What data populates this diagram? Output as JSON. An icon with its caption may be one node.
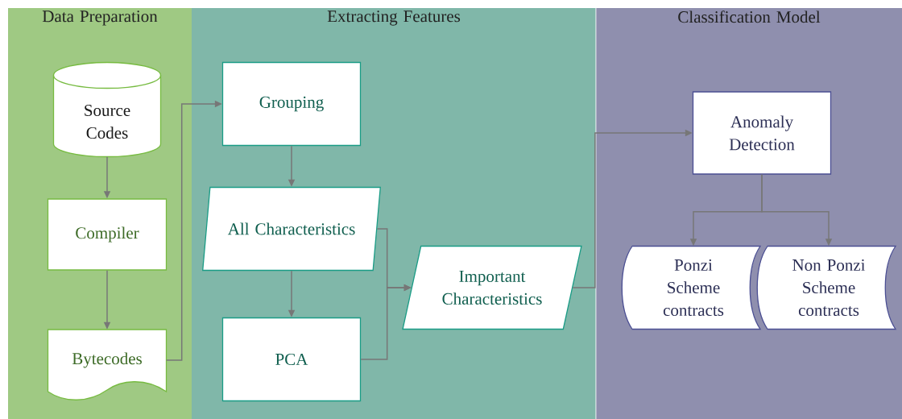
{
  "diagram": {
    "nodes": [
      {
        "text": [
          "Data Preparation"
        ]
      },
      {
        "text": [
          "Source Codes"
        ],
        "in": 0
      },
      {
        "text": [
          "Compiler"
        ],
        "in": 0
      },
      {
        "text": [
          "Bytecodes"
        ],
        "in": 0
      },
      {
        "text": [
          "Extracting Features"
        ]
      },
      {
        "text": [
          "Grouping"
        ],
        "in": 4
      },
      {
        "text": [
          "All Characteristics"
        ],
        "in": 4
      },
      {
        "text": [
          "PCA"
        ],
        "in": 4
      },
      {
        "text": [
          "Important Characteristics"
        ],
        "in": 4
      },
      {
        "text": [
          "Classification Model"
        ]
      },
      {
        "text": [
          "Anomaly Detection"
        ],
        "in": 9
      },
      {
        "text": [
          "Ponzi Scheme contracts"
        ],
        "in": 9
      },
      {
        "text": [
          "Non Ponzi Scheme contracts"
        ],
        "in": 9
      }
    ],
    "edges": [
      {
        "from": 1,
        "to": 2,
        "arrow": "to"
      },
      {
        "from": 2,
        "to": 3,
        "arrow": "to"
      },
      {
        "from": 3,
        "to": 5,
        "arrow": "to"
      },
      {
        "from": 5,
        "to": 6,
        "arrow": "to"
      },
      {
        "from": 6,
        "to": 7,
        "arrow": "to"
      },
      {
        "from": 6,
        "to": 8,
        "arrow": "to"
      },
      {
        "from": 7,
        "to": 8,
        "arrow": "to"
      },
      {
        "from": 8,
        "to": 10,
        "arrow": "to"
      },
      {
        "from": 10,
        "to": 11,
        "arrow": "to"
      },
      {
        "from": 10,
        "to": 12,
        "arrow": "to"
      }
    ]
  }
}
